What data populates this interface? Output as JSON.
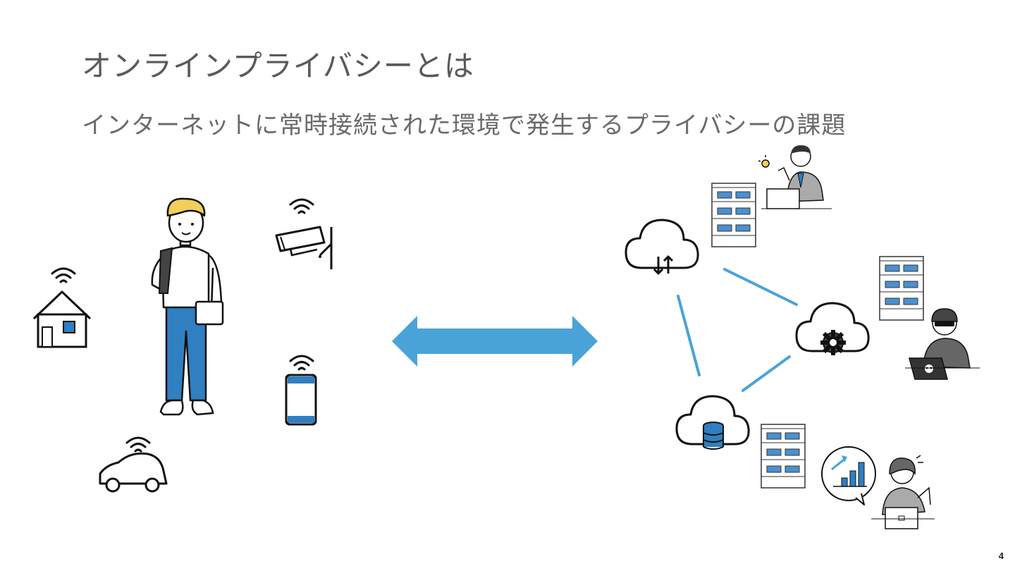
{
  "slide": {
    "title": "オンラインプライバシーとは",
    "subtitle": "インターネットに常時接続された環境で発生するプライバシーの課題",
    "page_number": "4"
  },
  "colors": {
    "accent_blue": "#4aa3d8",
    "icon_blue": "#2f7fc1",
    "line": "#1a1a1a",
    "hair": "#f2cf5b"
  },
  "icons": [
    "smart-home-icon",
    "security-camera-icon",
    "smartphone-icon",
    "connected-car-icon",
    "cloud-sync-icon",
    "cloud-settings-icon",
    "cloud-database-icon",
    "building-icon",
    "office-worker-idea-icon",
    "hacker-icon",
    "analyst-woman-icon",
    "chart-bubble-icon"
  ]
}
